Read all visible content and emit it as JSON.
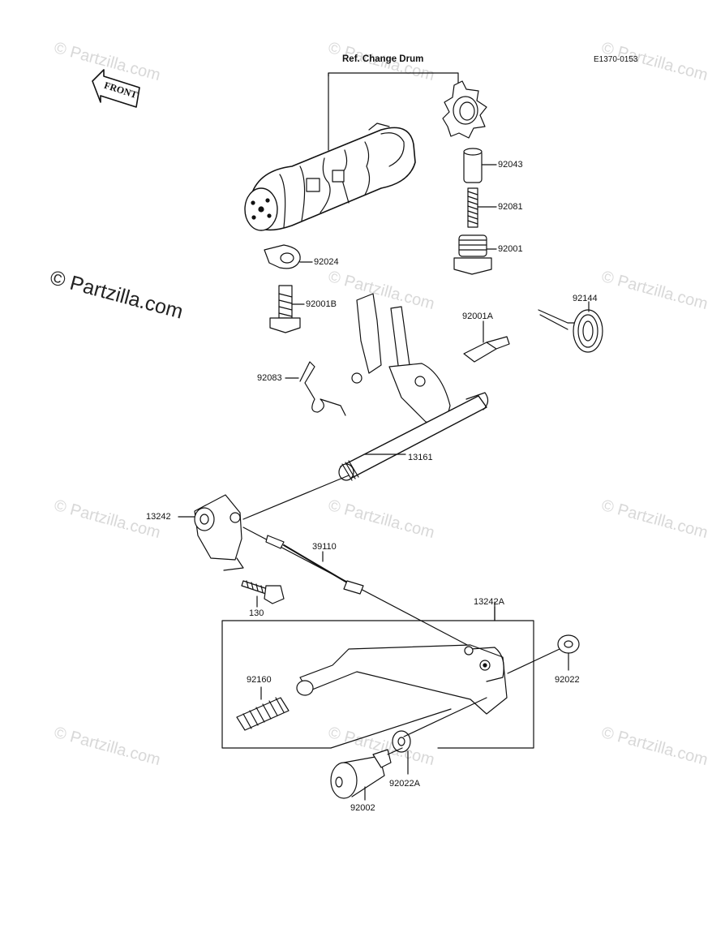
{
  "diagram": {
    "ref_label": "Ref. Change Drum",
    "code": "E1370-0153",
    "front_label": "FRONT",
    "watermark": "© Partzilla.com",
    "parts": {
      "p92043": "92043",
      "p92081": "92081",
      "p92001": "92001",
      "p92024": "92024",
      "p92001B": "92001B",
      "p92144": "92144",
      "p92001A": "92001A",
      "p92083": "92083",
      "p13161": "13161",
      "p13242": "13242",
      "p39110": "39110",
      "p130": "130",
      "p13242A": "13242A",
      "p92160": "92160",
      "p92022": "92022",
      "p92022A": "92022A",
      "p92002": "92002"
    }
  }
}
